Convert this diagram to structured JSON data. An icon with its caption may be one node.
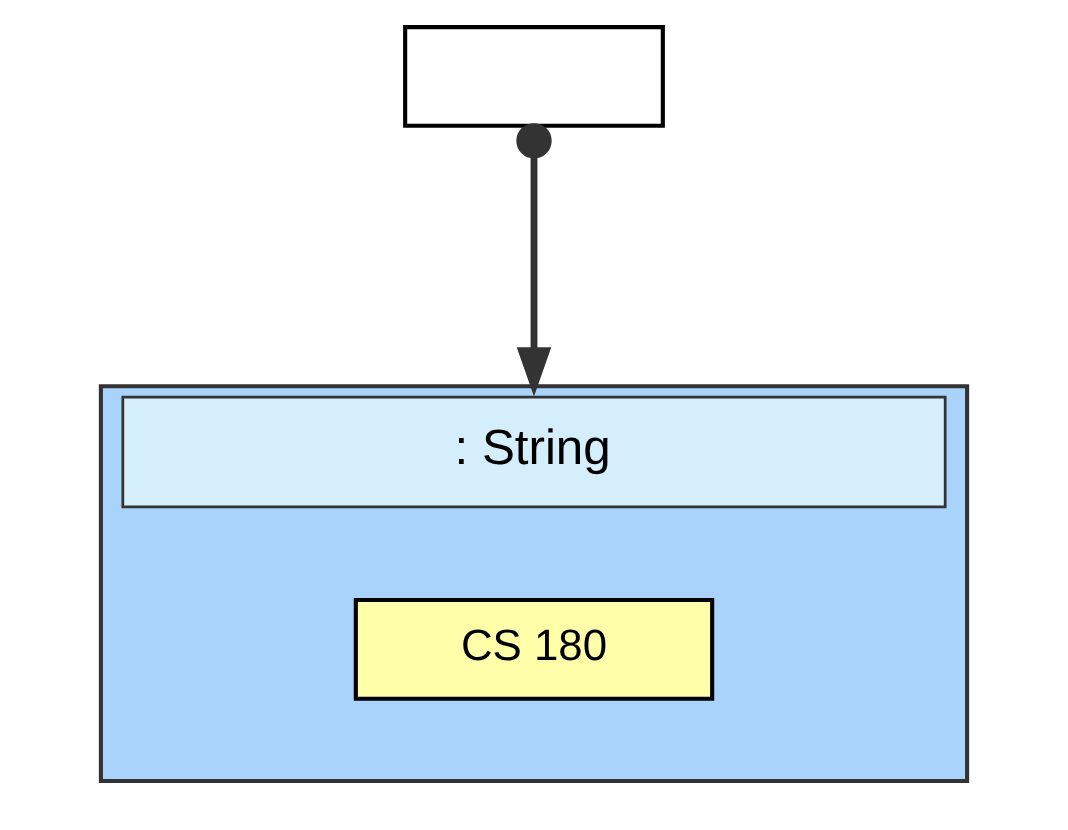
{
  "diagram": {
    "nodes": [
      {
        "text": [],
        "shape": "box"
      },
      {
        "text": [
          ": String"
        ]
      },
      {
        "text": [
          "CS 180"
        ],
        "in": 1
      }
    ],
    "edges": [
      {
        "from": 0,
        "to": 1,
        "arrow": "to"
      }
    ]
  }
}
